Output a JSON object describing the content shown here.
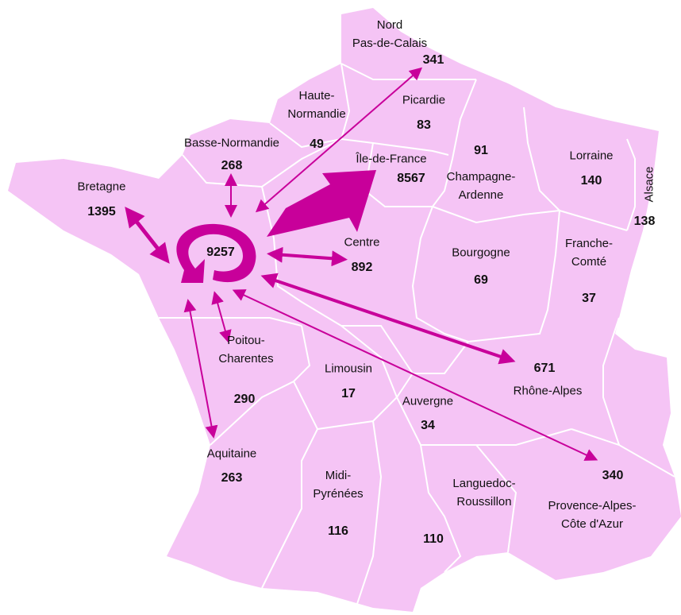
{
  "map": {
    "land_color": "#f5c4f5",
    "border_color": "#ffffff",
    "arrow_color": "#c8009a",
    "center_value": "9257",
    "regions": [
      {
        "id": "nord",
        "name_lines": [
          "Nord",
          "Pas-de-Calais"
        ],
        "value": "341"
      },
      {
        "id": "picardie",
        "name_lines": [
          "Picardie"
        ],
        "value": "83"
      },
      {
        "id": "haute-normandie",
        "name_lines": [
          "Haute-",
          "Normandie"
        ],
        "value": "49"
      },
      {
        "id": "basse-normandie",
        "name_lines": [
          "Basse-Normandie"
        ],
        "value": "268"
      },
      {
        "id": "bretagne",
        "name_lines": [
          "Bretagne"
        ],
        "value": "1395"
      },
      {
        "id": "ile-de-france",
        "name_lines": [
          "Île-de-France"
        ],
        "value": "8567"
      },
      {
        "id": "champagne",
        "name_lines": [
          "Champagne-",
          "Ardenne"
        ],
        "value": "91"
      },
      {
        "id": "lorraine",
        "name_lines": [
          "Lorraine"
        ],
        "value": "140"
      },
      {
        "id": "alsace",
        "name_lines": [
          "Alsace"
        ],
        "value": "138"
      },
      {
        "id": "centre",
        "name_lines": [
          "Centre"
        ],
        "value": "892"
      },
      {
        "id": "bourgogne",
        "name_lines": [
          "Bourgogne"
        ],
        "value": "69"
      },
      {
        "id": "franche-comte",
        "name_lines": [
          "Franche-",
          "Comté"
        ],
        "value": "37"
      },
      {
        "id": "poitou",
        "name_lines": [
          "Poitou-",
          "Charentes"
        ],
        "value": "290"
      },
      {
        "id": "limousin",
        "name_lines": [
          "Limousin"
        ],
        "value": "17"
      },
      {
        "id": "auvergne",
        "name_lines": [
          "Auvergne"
        ],
        "value": "34"
      },
      {
        "id": "rhone-alpes",
        "name_lines": [
          "Rhône-Alpes"
        ],
        "value": "671"
      },
      {
        "id": "aquitaine",
        "name_lines": [
          "Aquitaine"
        ],
        "value": "263"
      },
      {
        "id": "midi-pyrenees",
        "name_lines": [
          "Midi-",
          "Pyrénées"
        ],
        "value": "116"
      },
      {
        "id": "languedoc",
        "name_lines": [
          "Languedoc-",
          "Roussillon"
        ],
        "value": "110"
      },
      {
        "id": "paca",
        "name_lines": [
          "Provence-Alpes-",
          "Côte d'Azur"
        ],
        "value": "340"
      }
    ]
  }
}
